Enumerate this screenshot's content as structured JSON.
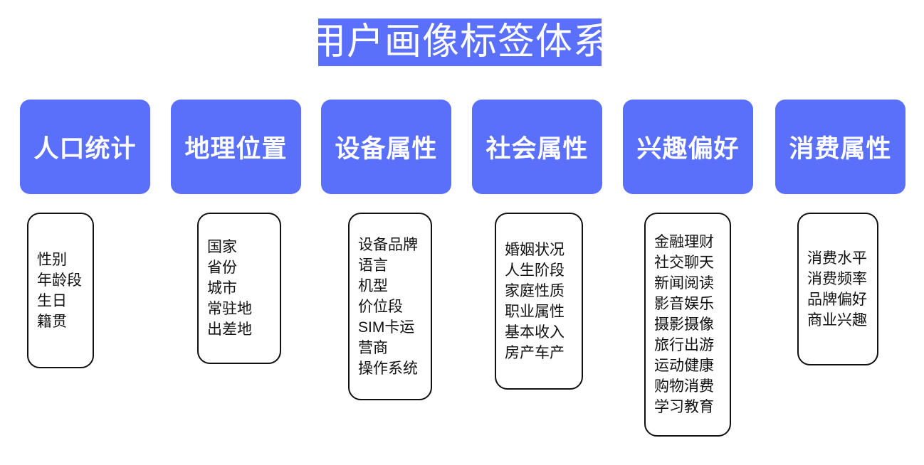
{
  "page": {
    "title": "用户画像标签体系",
    "background_color": "#ffffff",
    "accent_color": "#5a70fa",
    "border_color": "#111111"
  },
  "columns": [
    {
      "header": "人口统计",
      "items": [
        "性别",
        "年龄段",
        "生日",
        "籍贯"
      ]
    },
    {
      "header": "地理位置",
      "items": [
        "国家",
        "省份",
        "城市",
        "常驻地",
        "出差地"
      ]
    },
    {
      "header": "设备属性",
      "items": [
        "设备品牌",
        "语言",
        "机型",
        "价位段",
        "SIM卡运营商",
        "操作系统"
      ]
    },
    {
      "header": "社会属性",
      "items": [
        "婚姻状况",
        "人生阶段",
        "家庭性质",
        "职业属性",
        "基本收入",
        "房产车产"
      ]
    },
    {
      "header": "兴趣偏好",
      "items": [
        "金融理财",
        "社交聊天",
        "新闻阅读",
        "影音娱乐",
        "摄影摄像",
        "旅行出游",
        "运动健康",
        "购物消费",
        "学习教育"
      ]
    },
    {
      "header": "消费属性",
      "items": [
        "消费水平",
        "消费频率",
        "品牌偏好",
        "商业兴趣"
      ]
    }
  ]
}
